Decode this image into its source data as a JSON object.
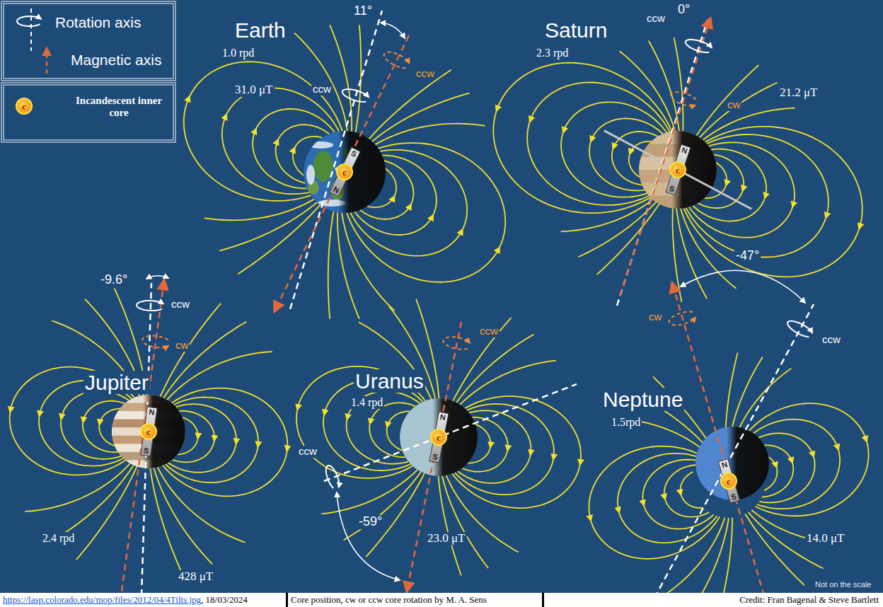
{
  "diagram": {
    "nodes": [
      {
        "text": [
          "c"
        ]
      },
      {
        "text": [
          "S",
          "N"
        ]
      },
      {
        "text": [
          "c"
        ]
      },
      {
        "text": [
          "N",
          "S"
        ]
      },
      {
        "text": [
          "c"
        ]
      },
      {
        "text": [
          "N",
          "S"
        ]
      },
      {
        "text": [
          "c"
        ]
      },
      {
        "text": [
          "N",
          "S"
        ]
      },
      {
        "text": [
          "c"
        ]
      },
      {
        "text": [
          "N",
          "S"
        ]
      },
      {
        "text": [
          "c"
        ]
      }
    ],
    "labels": [
      "Earth",
      "11°",
      "ccw",
      "ccw",
      "1.0 rpd",
      "31.0 μT",
      "Saturn",
      "ccw",
      "0°",
      "2.3 rpd",
      "cw",
      "21.2 μT",
      "-9.6°",
      "ccw",
      "Jupiter",
      "cw",
      "Uranus",
      "ccw",
      "1.4 rpd",
      "ccw",
      "Neptune",
      "cw",
      "-47°",
      "ccw",
      "1.5rpd",
      "-59°",
      "2.4 rpd",
      "428 μT",
      "23.0 μT",
      "14.0 μT",
      "Not on the scale",
      "https://lasp.colorado.edu/mop/files/2012/04/4Tilts.jpg",
      ", 18/03/2024",
      "Core position, cw or ccw core rotation by M. A. Sens",
      "Credit: Fran Bagenal & Steve Bartlett"
    ],
    "legend": [
      {
        "text": "Rotation axis"
      },
      {
        "text": "Magnetic axis"
      },
      {
        "text": "Incandescent inner core"
      }
    ]
  }
}
